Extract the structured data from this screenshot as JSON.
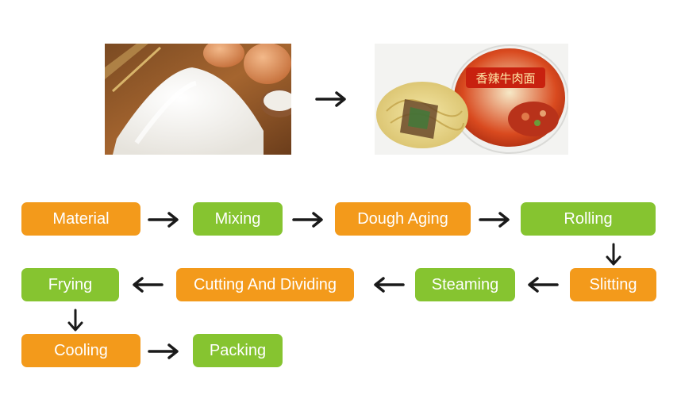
{
  "colors": {
    "orange": "#f39a1b",
    "green": "#86c430",
    "arrow": "#1a1a1a"
  },
  "images": {
    "raw": {
      "name": "flour-and-eggs-photo",
      "icon": "arrow-right-icon"
    },
    "product": {
      "name": "instant-noodles-photo"
    }
  },
  "steps": {
    "material": "Material",
    "mixing": "Mixing",
    "dough_aging": "Dough Aging",
    "rolling": "Rolling",
    "slitting": "Slitting",
    "steaming": "Steaming",
    "cutting": "Cutting And Dividing",
    "frying": "Frying",
    "cooling": "Cooling",
    "packing": "Packing"
  },
  "package_text": "香辣牛肉面"
}
